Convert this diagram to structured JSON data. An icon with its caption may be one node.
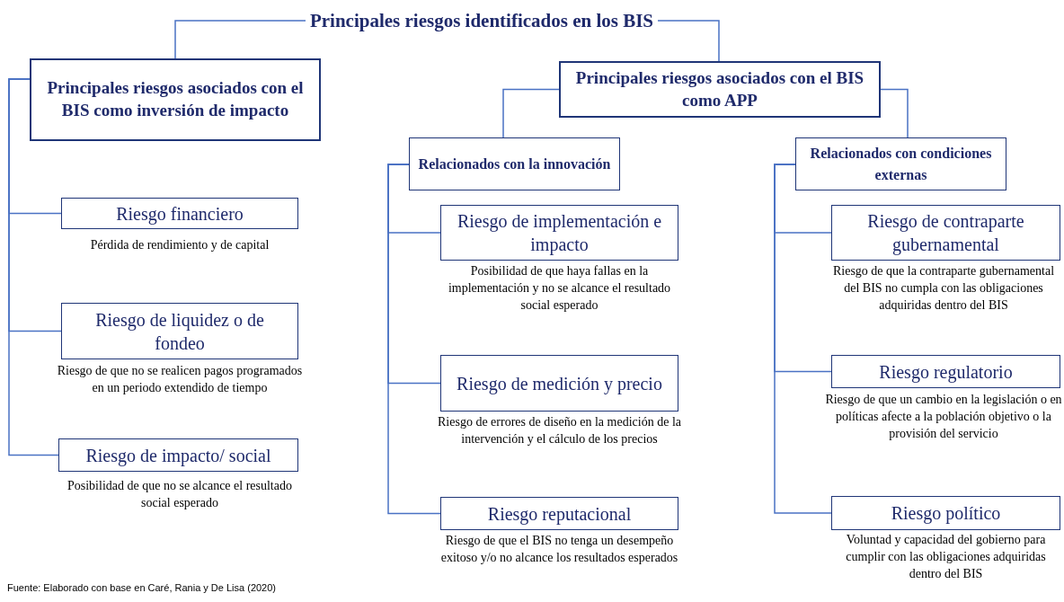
{
  "diagram": {
    "nodes": [
      {
        "text": [
          "Principales riesgos identificados en los BIS"
        ]
      },
      {
        "text": [
          "Principales riesgos asociados con el BIS como inversión de impacto"
        ]
      },
      {
        "text": [
          "Principales riesgos asociados con el BIS como APP"
        ]
      },
      {
        "text": [
          "Relacionados con la innovación"
        ]
      },
      {
        "text": [
          "Relacionados con condiciones externas"
        ]
      },
      {
        "text": [
          "Riesgo financiero"
        ],
        "beside": [
          "Pérdida de rendimiento y de capital"
        ]
      },
      {
        "text": [
          "Riesgo de liquidez o de fondeo"
        ],
        "beside": [
          "Riesgo de que no se realicen pagos programados en un periodo extendido de tiempo"
        ]
      },
      {
        "text": [
          "Riesgo de impacto/ social"
        ],
        "beside": [
          "Posibilidad de que no se alcance el resultado social esperado"
        ]
      },
      {
        "text": [
          "Riesgo de implementación e impacto"
        ],
        "beside": [
          "Posibilidad de que haya fallas en la implementación y no se alcance el resultado social esperado"
        ]
      },
      {
        "text": [
          "Riesgo de medición y precio"
        ],
        "beside": [
          "Riesgo de errores de diseño en la medición de la intervención y el cálculo de los precios"
        ]
      },
      {
        "text": [
          "Riesgo reputacional"
        ],
        "beside": [
          "Riesgo de que el BIS no tenga un desempeño exitoso y/o no alcance los resultados esperados"
        ]
      },
      {
        "text": [
          "Riesgo de contraparte gubernamental"
        ],
        "beside": [
          "Riesgo de que la contraparte gubernamental del BIS no cumpla con las obligaciones adquiridas dentro del BIS"
        ]
      },
      {
        "text": [
          "Riesgo regulatorio"
        ],
        "beside": [
          "Riesgo de que un cambio en la legislación o en políticas afecte a la población objetivo o la provisión del servicio"
        ]
      },
      {
        "text": [
          "Riesgo político"
        ],
        "beside": [
          "Voluntad y capacidad del gobierno para cumplir con las obligaciones adquiridas dentro del BIS"
        ]
      }
    ],
    "edges": [
      {
        "from": 0,
        "to": 1,
        "arrow": "none"
      },
      {
        "from": 0,
        "to": 2,
        "arrow": "none"
      },
      {
        "from": 2,
        "to": 3,
        "arrow": "none"
      },
      {
        "from": 2,
        "to": 4,
        "arrow": "none"
      },
      {
        "from": 1,
        "to": 5,
        "arrow": "none"
      },
      {
        "from": 1,
        "to": 6,
        "arrow": "none"
      },
      {
        "from": 1,
        "to": 7,
        "arrow": "none"
      },
      {
        "from": 3,
        "to": 8,
        "arrow": "none"
      },
      {
        "from": 3,
        "to": 9,
        "arrow": "none"
      },
      {
        "from": 3,
        "to": 10,
        "arrow": "none"
      },
      {
        "from": 4,
        "to": 11,
        "arrow": "none"
      },
      {
        "from": 4,
        "to": 12,
        "arrow": "none"
      },
      {
        "from": 4,
        "to": 13,
        "arrow": "none"
      }
    ],
    "caption": "Fuente: Elaborado con base en Caré, Rania y De Lisa (2020)"
  }
}
